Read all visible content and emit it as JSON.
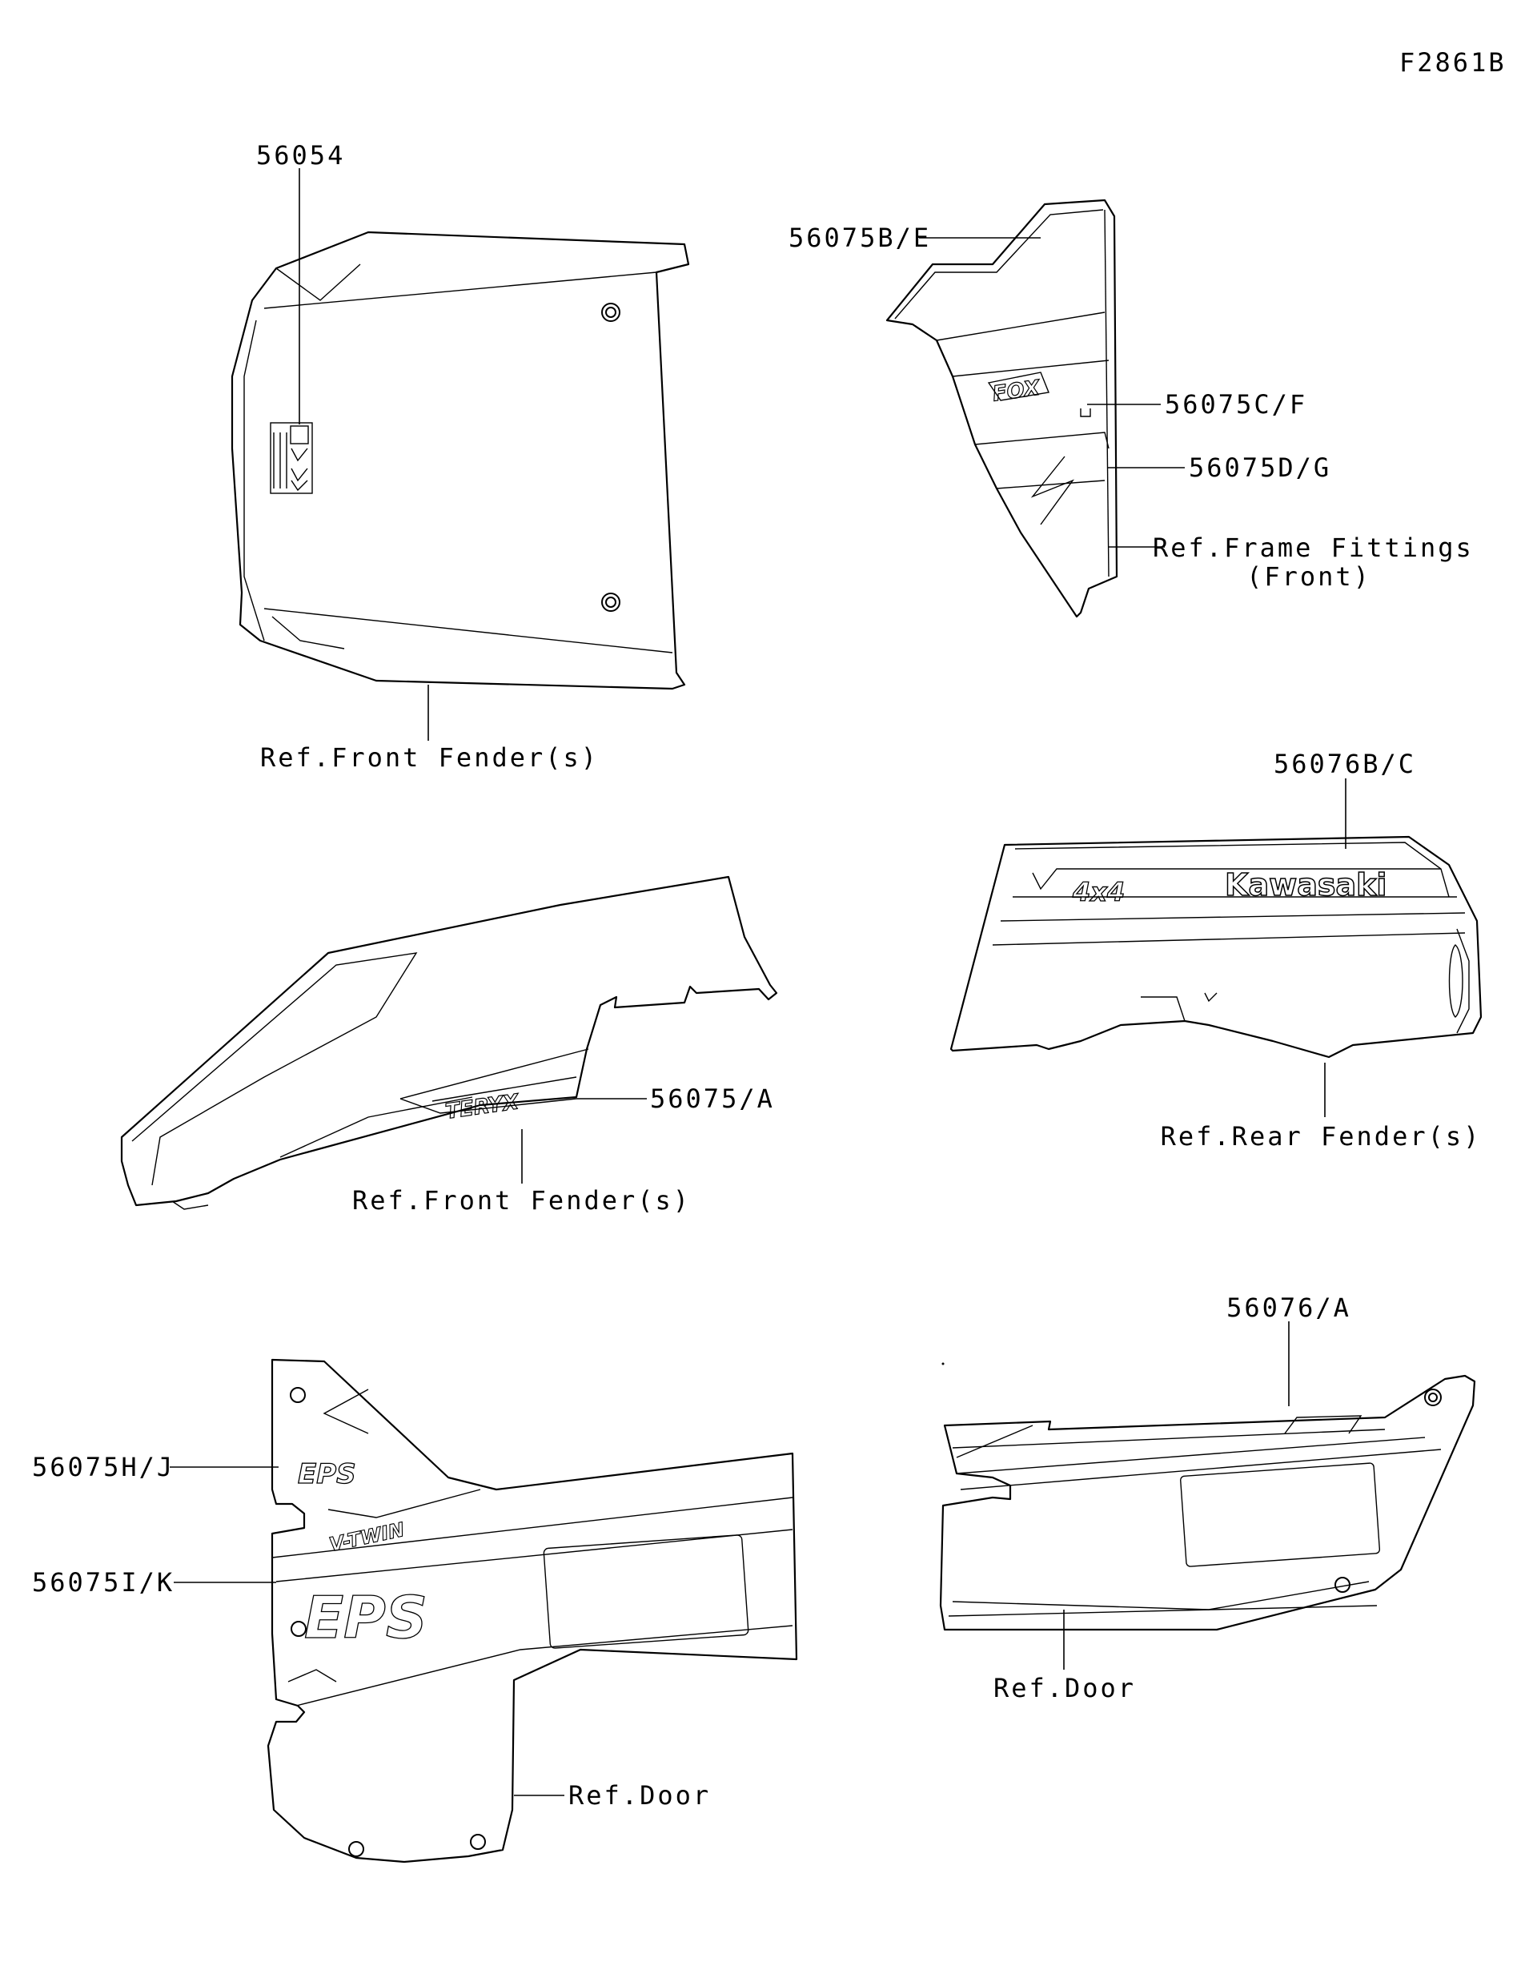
{
  "figure_code": "F2861B",
  "parts": [
    {
      "key": "hood_emblem",
      "part_no": "56054",
      "ref": "Ref.Front Fender(s)"
    },
    {
      "key": "cowl_marks",
      "part_nos": [
        "56075B/E",
        "56075C/F",
        "56075D/G"
      ],
      "ref_lines": [
        "Ref.Frame Fittings",
        "(Front)"
      ]
    },
    {
      "key": "front_fender_side",
      "part_no": "56075/A",
      "ref": "Ref.Front Fender(s)"
    },
    {
      "key": "rear_fender",
      "part_no": "56076B/C",
      "ref": "Ref.Rear Fender(s)"
    },
    {
      "key": "front_door",
      "part_nos": [
        "56075H/J",
        "56075I/K"
      ],
      "ref": "Ref.Door"
    },
    {
      "key": "rear_door",
      "part_no": "56076/A",
      "ref": "Ref.Door"
    }
  ],
  "graphics_text": [
    "Kawasaki",
    "4x4",
    "EPS",
    "V-TWIN",
    "FOX"
  ]
}
